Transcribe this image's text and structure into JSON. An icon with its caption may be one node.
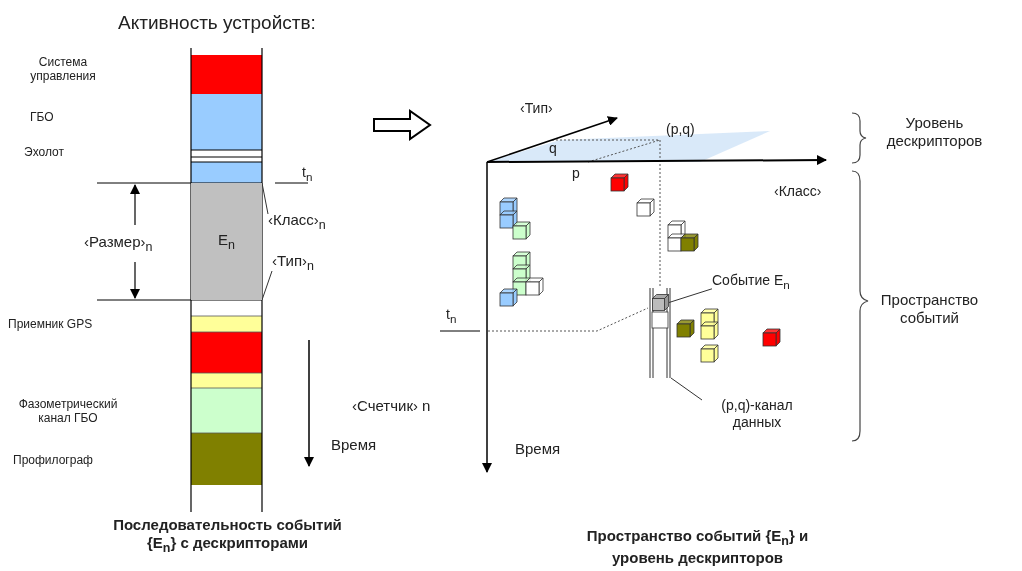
{
  "diagram": {
    "nodes": [
      {
        "text": [
          "E$_{n}$"
        ]
      },
      {
        "text": [
          "‹Класс›$_{n}$"
        ]
      },
      {
        "text": [
          "‹Тип›$_{n}$"
        ]
      },
      {
        "text": [],
        "shape": "bar"
      },
      {
        "text": [],
        "shape": "box",
        "in": 3
      },
      {
        "text": [
          "Событие E$_{n}$"
        ]
      },
      {
        "text": [
          "(p,q)-канал данных"
        ]
      }
    ],
    "edges": [
      {
        "from": 1,
        "to": 0,
        "arrow": "none"
      },
      {
        "from": 2,
        "to": 0,
        "arrow": "none"
      },
      {
        "from": 5,
        "to": 4,
        "arrow": "none"
      },
      {
        "from": 6,
        "to": 3,
        "arrow": "none"
      }
    ],
    "labels": [
      "Активность устройств:",
      "Система управления",
      "ГБО",
      "Эхолот",
      "t$_{n}$",
      "‹Размер›$_{n}$",
      "Приемник GPS",
      "‹Счетчик› n",
      "Фазометрический канал ГБО",
      "Время",
      "Профилограф",
      "‹Тип›",
      "(p,q)",
      "q",
      "p",
      "‹Класс›",
      "Уровень дескрипторов",
      "t$_{n}$",
      "Пространство событий",
      "Время",
      "Последовательность событий {E$_{n}$} с дескрипторами",
      "Пространство событий {E$_{n}$} и уровень дескрипторов"
    ]
  }
}
